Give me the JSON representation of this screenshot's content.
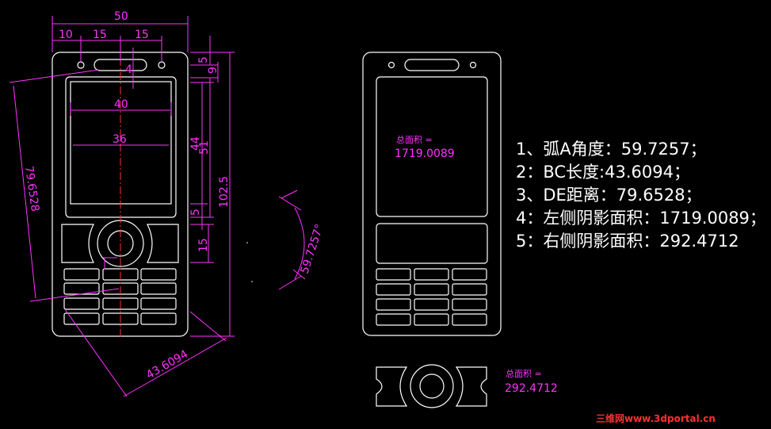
{
  "colors": {
    "background": "#000000",
    "outline": "#ffffff",
    "dimension": "#ff33ff",
    "centerline": "#ff3030",
    "watermark": "#ff3030"
  },
  "dimensions": {
    "top_total": "50",
    "top_a": "10",
    "top_b": "15",
    "top_c": "15",
    "earpiece_gap": "4",
    "right_5": "5",
    "right_9": "9",
    "right_44": "44",
    "right_51": "51",
    "right_102_5": "102.5",
    "right_5b": "5",
    "right_15": "15",
    "screen_40": "40",
    "screen_36": "36",
    "diag_de": "79.6528",
    "diag_bc": "43.6094",
    "arc_angle": "59.7257°"
  },
  "area_labels": {
    "left": {
      "title": "总面积 =",
      "value": "1719.0089"
    },
    "bottom": {
      "title": "总面积 =",
      "value": "292.4712"
    }
  },
  "results": [
    "1、弧A角度：59.7257；",
    "2：BC长度:43.6094；",
    "3、DE距离：79.6528；",
    "4：左侧阴影面积：1719.0089；",
    "5：右侧阴影面积：292.4712"
  ],
  "watermark": "三维网www.3dportal.cn"
}
